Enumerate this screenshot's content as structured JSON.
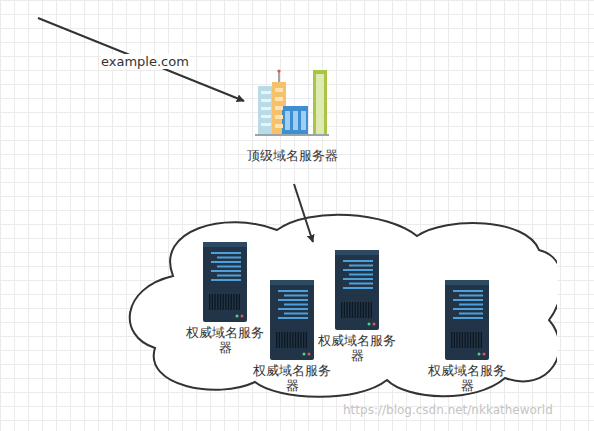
{
  "diagram": {
    "nodes": [
      {
        "text": [
          "顶级域名服务器"
        ]
      },
      {
        "text": []
      },
      {
        "text": [
          "权威域名服务器"
        ],
        "in": 1
      },
      {
        "text": [
          "权威域名服务器"
        ],
        "in": 1
      },
      {
        "text": [
          "权威域名服务器"
        ],
        "in": 1
      },
      {
        "text": [
          "权威域名服务器"
        ],
        "in": 1
      }
    ],
    "edges": [
      {
        "from": 0,
        "to": 1,
        "arrow": "to"
      }
    ],
    "labels": [
      "example.com",
      "https://blog.csdn.net/nkkatheworld"
    ]
  }
}
